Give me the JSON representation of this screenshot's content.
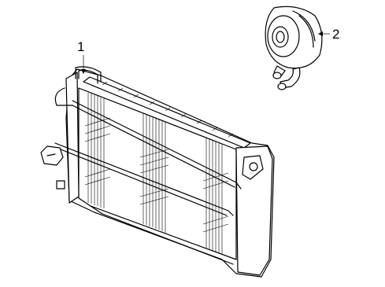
{
  "callouts": [
    {
      "label": "1",
      "part": "transmission-oil-cooler"
    },
    {
      "label": "2",
      "part": "engine-oil-cooler"
    }
  ]
}
